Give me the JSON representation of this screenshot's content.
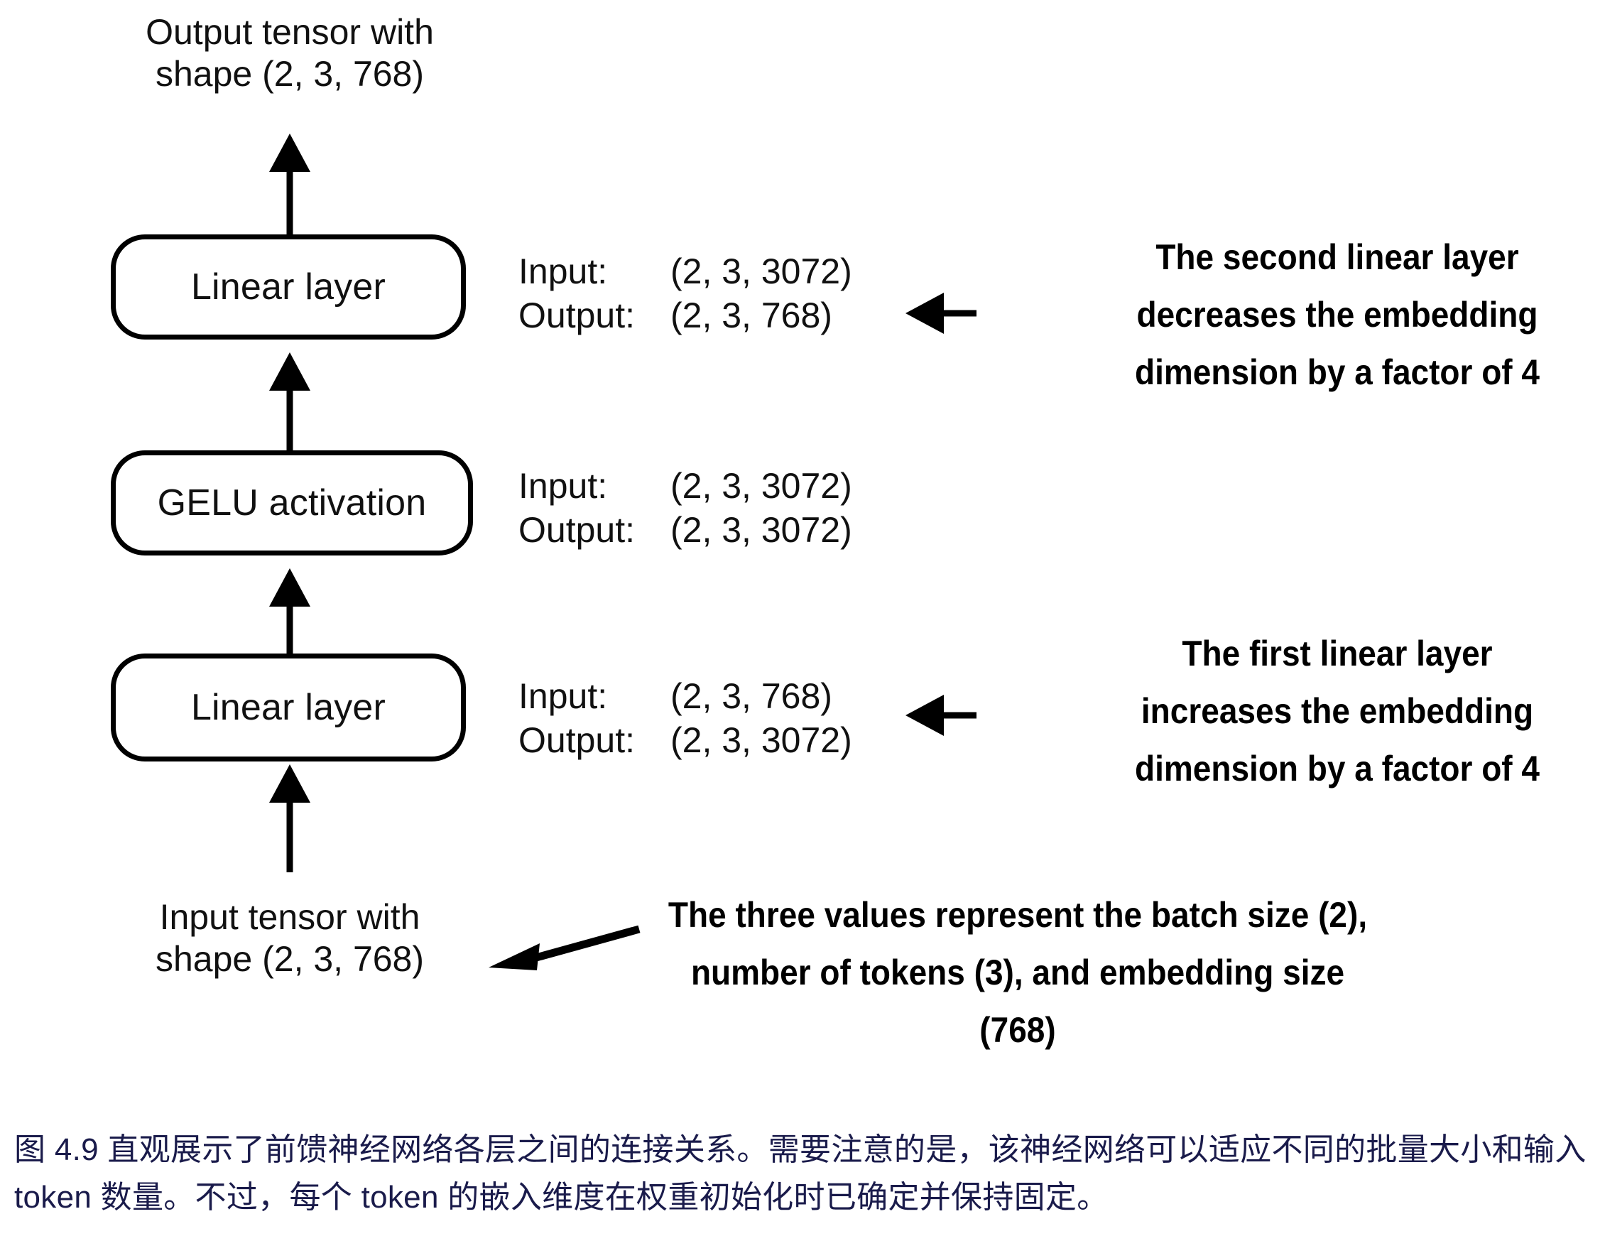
{
  "figure": {
    "top_tensor_label": "Output tensor with\nshape (2, 3, 768)",
    "bottom_tensor_label": "Input tensor with\nshape (2, 3, 768)",
    "blocks": [
      {
        "id": "linear-2",
        "label": "Linear layer"
      },
      {
        "id": "gelu",
        "label": "GELU activation"
      },
      {
        "id": "linear-1",
        "label": "Linear layer"
      }
    ],
    "io_specs": [
      {
        "for": "linear-2",
        "input_key": "Input:",
        "input_value": "(2, 3, 3072)",
        "output_key": "Output:",
        "output_value": "(2, 3, 768)"
      },
      {
        "for": "gelu",
        "input_key": "Input:",
        "input_value": "(2, 3, 3072)",
        "output_key": "Output:",
        "output_value": "(2, 3, 3072)"
      },
      {
        "for": "linear-1",
        "input_key": "Input:",
        "input_value": "(2, 3, 768)",
        "output_key": "Output:",
        "output_value": "(2, 3, 3072)"
      }
    ],
    "annotations": [
      {
        "id": "second-linear-note",
        "lines": [
          "The second linear layer",
          "decreases the embedding",
          "dimension by a factor of 4"
        ]
      },
      {
        "id": "first-linear-note",
        "lines": [
          "The first linear layer",
          "increases the embedding",
          "dimension by a factor of 4"
        ]
      },
      {
        "id": "shape-values-note",
        "lines": [
          "The three values represent the batch size (2),",
          "number of tokens (3), and embedding size",
          "(768)"
        ]
      }
    ]
  },
  "caption": {
    "text": "图 4.9 直观展示了前馈神经网络各层之间的连接关系。需要注意的是，该神经网络可以适应不同的批量大小和输入 token 数量。不过，每个 token 的嵌入维度在权重初始化时已确定并保持固定。",
    "color": "#1a1b4b"
  },
  "colors": {
    "stroke": "#000000",
    "text": "#111111",
    "caption": "#1a1b4b",
    "background": "#ffffff"
  }
}
